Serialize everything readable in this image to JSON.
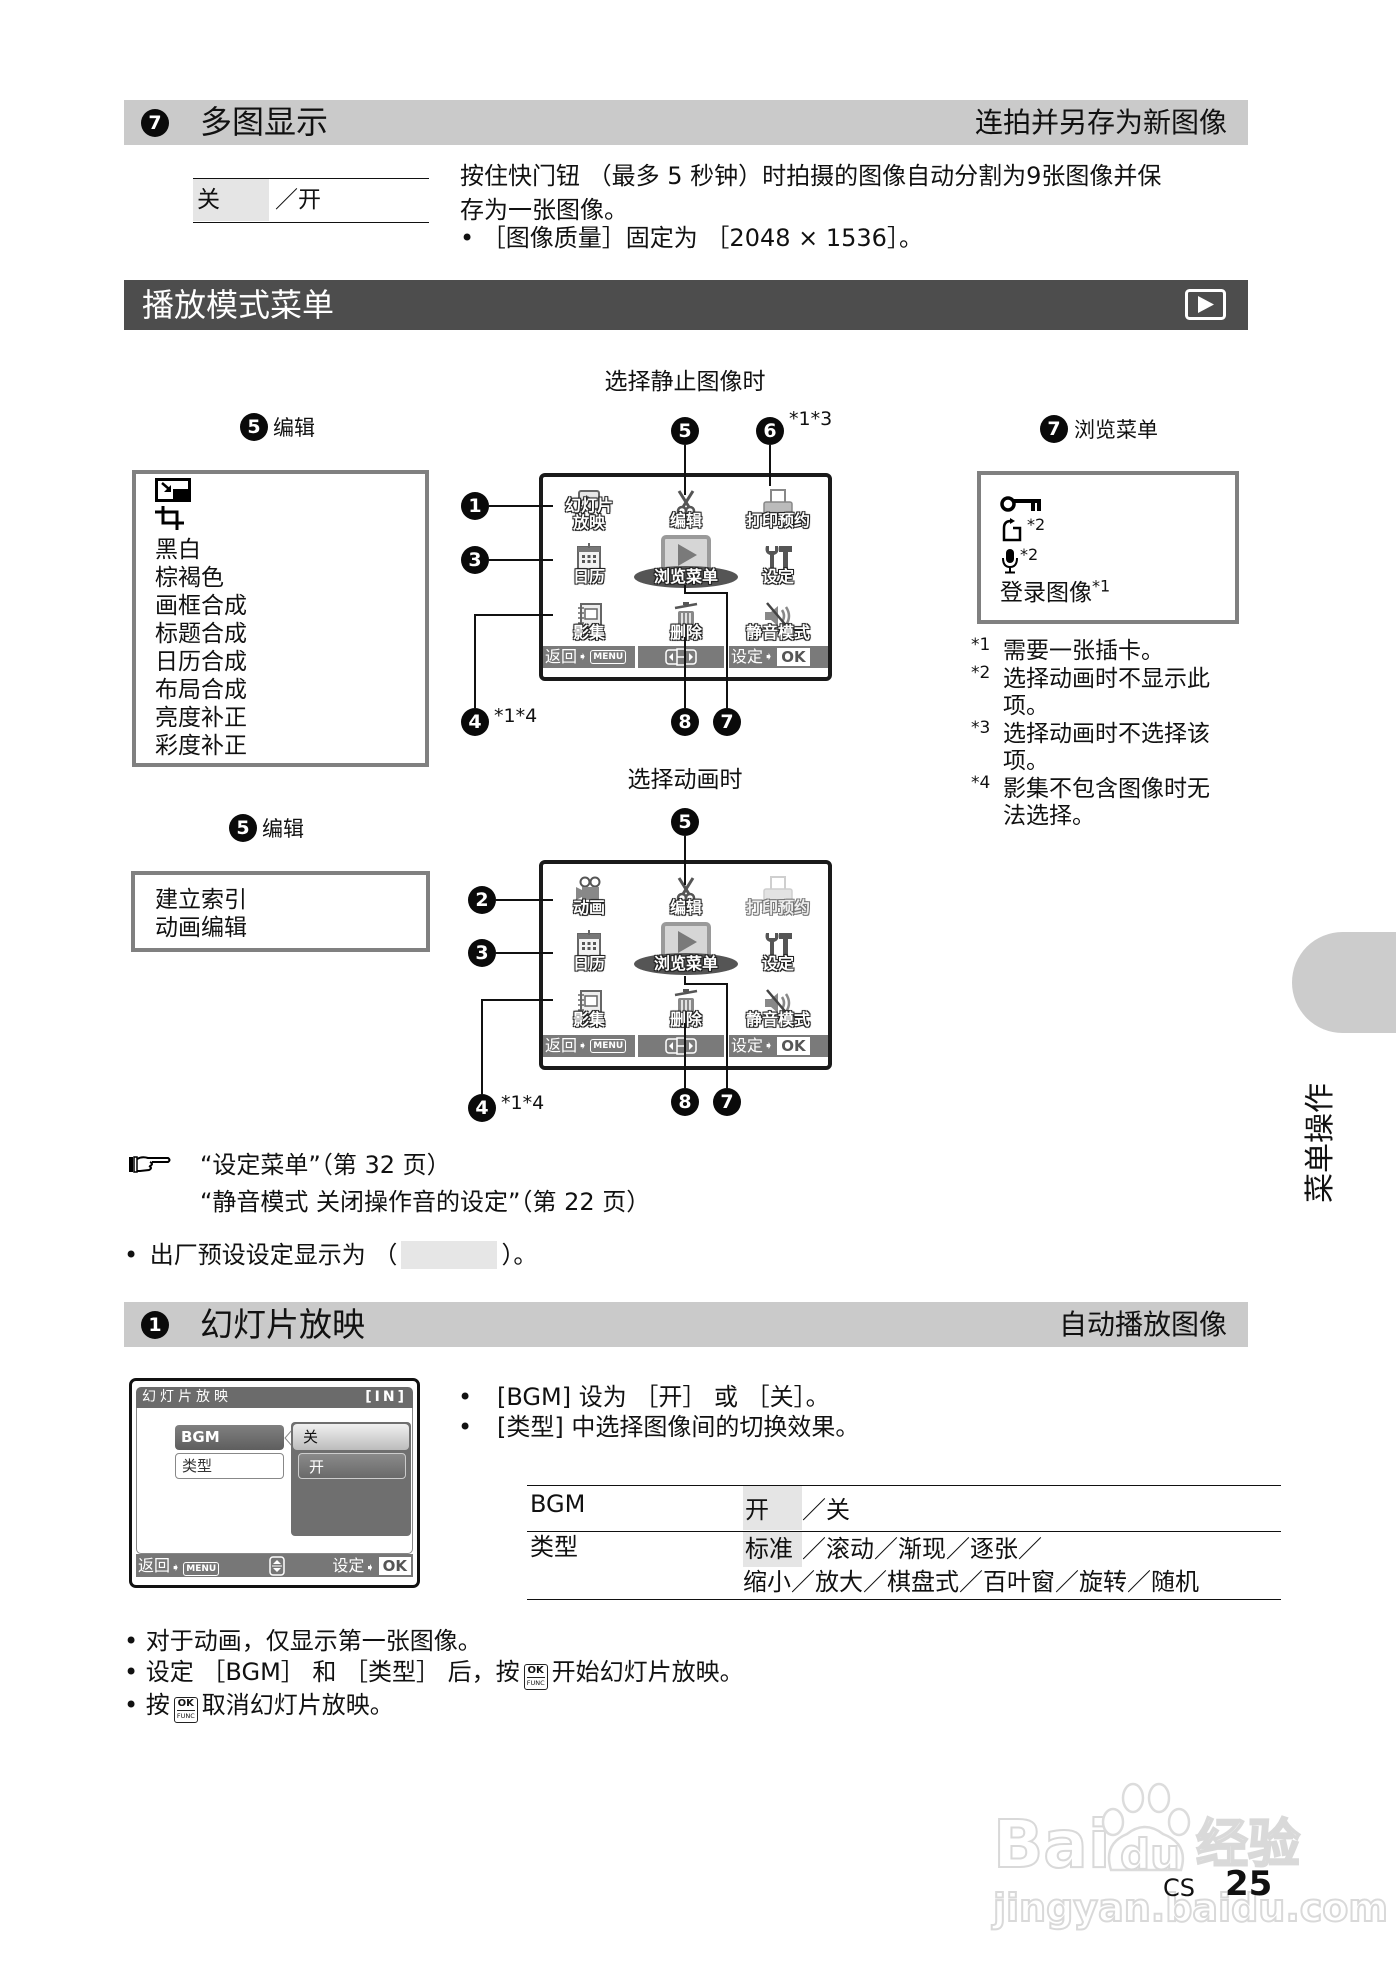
{
  "multi_display": {
    "number": "7",
    "title": "多图显示",
    "subtitle": "连拍并另存为新图像",
    "options": {
      "default": "关",
      "others": "／开"
    },
    "description": "按住快门钮 （最多 5 秒钟）时拍摄的图像自动分割为9张图像并保\n存为一张图像。",
    "note_bullet": "•",
    "note": "［图像质量］固定为 ［2048 × 1536］。"
  },
  "playback_menu": {
    "title": "播放模式菜单",
    "icon": "playback-mode-icon"
  },
  "camera_footer": {
    "back": "返回",
    "menu": "MENU",
    "set": "设定",
    "ok": "OK",
    "nav_icon": "four-way-pad-icon"
  },
  "still_image": {
    "caption": "选择静止图像时",
    "edit_heading": {
      "number": "5",
      "label": "编辑"
    },
    "edit_icons": [
      "resize-icon",
      "crop-icon"
    ],
    "edit_items": [
      "黑白",
      "棕褐色",
      "画框合成",
      "标题合成",
      "日历合成",
      "布局合成",
      "亮度补正",
      "彩度补正"
    ],
    "screen": {
      "items": [
        {
          "label": "幻灯片\n放映",
          "icon": "slideshow-icon"
        },
        {
          "label": "编辑",
          "icon": "scissors-icon"
        },
        {
          "label": "打印预约",
          "icon": "print-order-icon"
        },
        {
          "label": "日历",
          "icon": "calendar-icon"
        },
        {
          "label": "浏览菜单",
          "icon": "browse-icon",
          "selected": true
        },
        {
          "label": "设定",
          "icon": "settings-icon"
        },
        {
          "label": "影集",
          "icon": "album-icon"
        },
        {
          "label": "删除",
          "icon": "trash-icon"
        },
        {
          "label": "静音模式",
          "icon": "silent-mode-icon"
        }
      ]
    },
    "callouts": [
      {
        "number": "1"
      },
      {
        "number": "3"
      },
      {
        "number": "4",
        "note": "*1*4"
      },
      {
        "number": "5"
      },
      {
        "number": "6",
        "note": "*1*3"
      },
      {
        "number": "8"
      },
      {
        "number": "7"
      }
    ]
  },
  "browse_menu": {
    "number": "7",
    "label": "浏览菜单",
    "items": [
      {
        "icon": "protect-key-icon"
      },
      {
        "icon": "rotate-icon",
        "note": "*2"
      },
      {
        "icon": "microphone-icon",
        "note": "*2"
      },
      {
        "label": "登录图像",
        "note": "*1"
      }
    ]
  },
  "footnotes": [
    {
      "mark": "*1",
      "text": "需要一张插卡。"
    },
    {
      "mark": "*2",
      "text": "选择动画时不显示此项。"
    },
    {
      "mark": "*3",
      "text": "选择动画时不选择该项。"
    },
    {
      "mark": "*4",
      "text": "影集不包含图像时无法选择。"
    }
  ],
  "movie": {
    "caption": "选择动画时",
    "edit_heading": {
      "number": "5",
      "label": "编辑"
    },
    "edit_items": [
      "建立索引",
      "动画编辑"
    ],
    "screen": {
      "items": [
        {
          "label": "动画",
          "icon": "movie-icon"
        },
        {
          "label": "编辑",
          "icon": "scissors-icon"
        },
        {
          "label": "打印预约",
          "icon": "print-order-icon",
          "disabled": true
        },
        {
          "label": "日历",
          "icon": "calendar-icon"
        },
        {
          "label": "浏览菜单",
          "icon": "browse-icon",
          "selected": true
        },
        {
          "label": "设定",
          "icon": "settings-icon"
        },
        {
          "label": "影集",
          "icon": "album-icon"
        },
        {
          "label": "删除",
          "icon": "trash-icon"
        },
        {
          "label": "静音模式",
          "icon": "silent-mode-icon"
        }
      ]
    },
    "callouts": [
      {
        "number": "2"
      },
      {
        "number": "3"
      },
      {
        "number": "4",
        "note": "*1*4"
      },
      {
        "number": "5"
      },
      {
        "number": "8"
      },
      {
        "number": "7"
      }
    ]
  },
  "reference": {
    "icon": "reference-hand-icon",
    "lines": [
      "“设定菜单”（第 32 页）",
      "“静音模式 关闭操作音的设定”（第 22 页）"
    ]
  },
  "default_note": {
    "bullet": "•",
    "prefix": "出厂预设设定显示为 （",
    "suffix": "）。"
  },
  "slideshow": {
    "number": "1",
    "title": "幻灯片放映",
    "subtitle": "自动播放图像",
    "screen": {
      "title": "幻灯片放映",
      "storage": "[IN]",
      "menu": [
        "BGM",
        "类型"
      ],
      "submenu": [
        "关",
        "开"
      ],
      "updown_icon": "up-down-icon"
    },
    "bullets": [
      "[BGM] 设为 ［开］ 或 ［关］。",
      "[类型] 中选择图像间的切换效果。"
    ],
    "table": [
      {
        "label": "BGM",
        "default": "开",
        "others": [
          "／关"
        ]
      },
      {
        "label": "类型",
        "default": "标准",
        "others": [
          "／滚动／渐现／逐张／",
          "缩小／放大／棋盘式／百叶窗／旋转／随机"
        ]
      }
    ],
    "notes": [
      {
        "text": "对于动画，仅显示第一张图像。"
      },
      {
        "before": "设定 ［BGM］ 和 ［类型］ 后，按",
        "after": "开始幻灯片放映。"
      },
      {
        "before": "按",
        "after": "取消幻灯片放映。"
      }
    ],
    "ok_func_button": {
      "top": "OK",
      "bottom": "FUNC"
    }
  },
  "side_tab": {
    "label": "菜单操作"
  },
  "page_number": {
    "lang": "CS",
    "number": "25"
  },
  "watermark": {
    "brand_left": "Bai",
    "brand_mid": "du",
    "brand_right": "经验",
    "url": "jingyan.baidu.com"
  },
  "colors": {
    "header_light": "#cacaca",
    "header_dark": "#4d4d4d",
    "default_highlight": "#e5e5e5",
    "box_border": "#808080",
    "camera_bar": "#7a7a7a"
  }
}
